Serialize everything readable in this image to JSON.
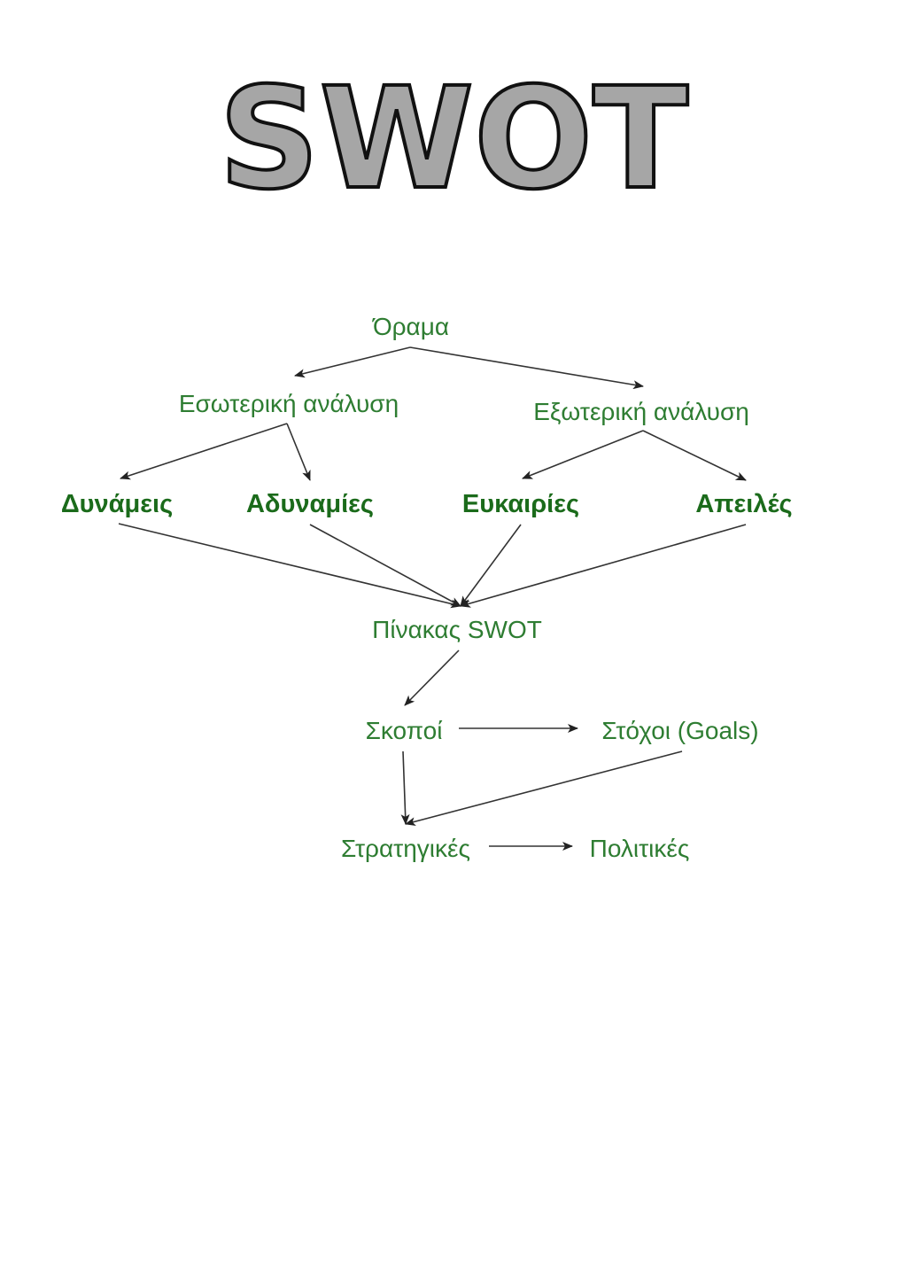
{
  "title": "SWOT",
  "colors": {
    "title_fill": "#a6a6a6",
    "title_outline": "#111111",
    "node_text": "#2e7d32",
    "arrow": "#333333"
  },
  "nodes": {
    "vision": "Όραμα",
    "internal": "Εσωτερική ανάλυση",
    "external": "Εξωτερική ανάλυση",
    "strengths": "Δυνάμεις",
    "weaknesses": "Αδυναμίες",
    "opportunities": "Ευκαιρίες",
    "threats": "Απειλές",
    "swot_table": "Πίνακας SWOT",
    "aims": "Σκοποί",
    "goals": "Στόχοι (Goals)",
    "strategies": "Στρατηγικές",
    "policies": "Πολιτικές"
  }
}
